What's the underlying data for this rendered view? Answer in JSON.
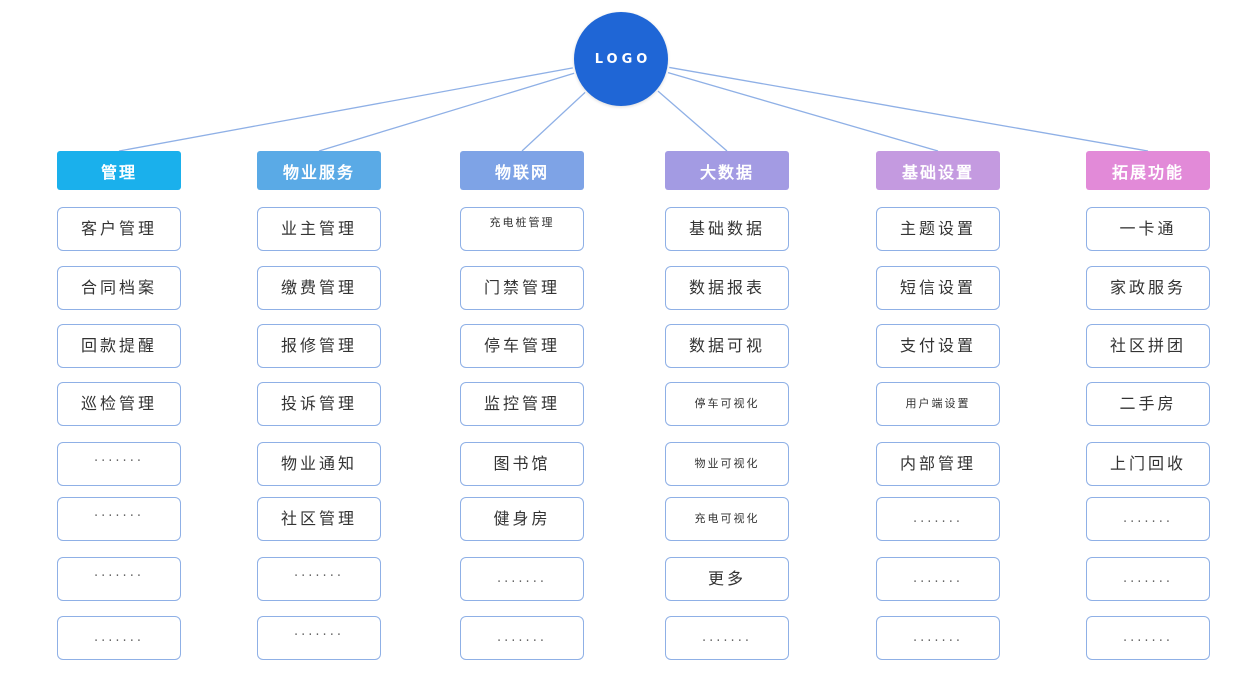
{
  "logo": {
    "label": "LOGO",
    "color": "#1f66d6"
  },
  "columns": [
    {
      "title": "管理",
      "color": "#1ab0ec",
      "items": [
        "客户管理",
        "合同档案",
        "回款提醒",
        "巡检管理",
        ".......",
        ".......",
        ".......",
        "......."
      ]
    },
    {
      "title": "物业服务",
      "color": "#5aaae6",
      "items": [
        "业主管理",
        "缴费管理",
        "报修管理",
        "投诉管理",
        "物业通知",
        "社区管理",
        ".......",
        "......."
      ]
    },
    {
      "title": "物联网",
      "color": "#7ea3e6",
      "items": [
        "充电桩管理",
        "门禁管理",
        "停车管理",
        "监控管理",
        "图书馆",
        "健身房",
        ".......",
        "......."
      ]
    },
    {
      "title": "大数据",
      "color": "#a39be3",
      "items": [
        "基础数据",
        "数据报表",
        "数据可视",
        "停车可视化",
        "物业可视化",
        "充电可视化",
        "更多",
        "......."
      ]
    },
    {
      "title": "基础设置",
      "color": "#c49ae0",
      "items": [
        "主题设置",
        "短信设置",
        "支付设置",
        "用户端设置",
        "内部管理",
        ".......",
        ".......",
        "......."
      ]
    },
    {
      "title": "拓展功能",
      "color": "#e28ad8",
      "items": [
        "一卡通",
        "家政服务",
        "社区拼团",
        "二手房",
        "上门回收",
        ".......",
        ".......",
        "......."
      ]
    }
  ]
}
